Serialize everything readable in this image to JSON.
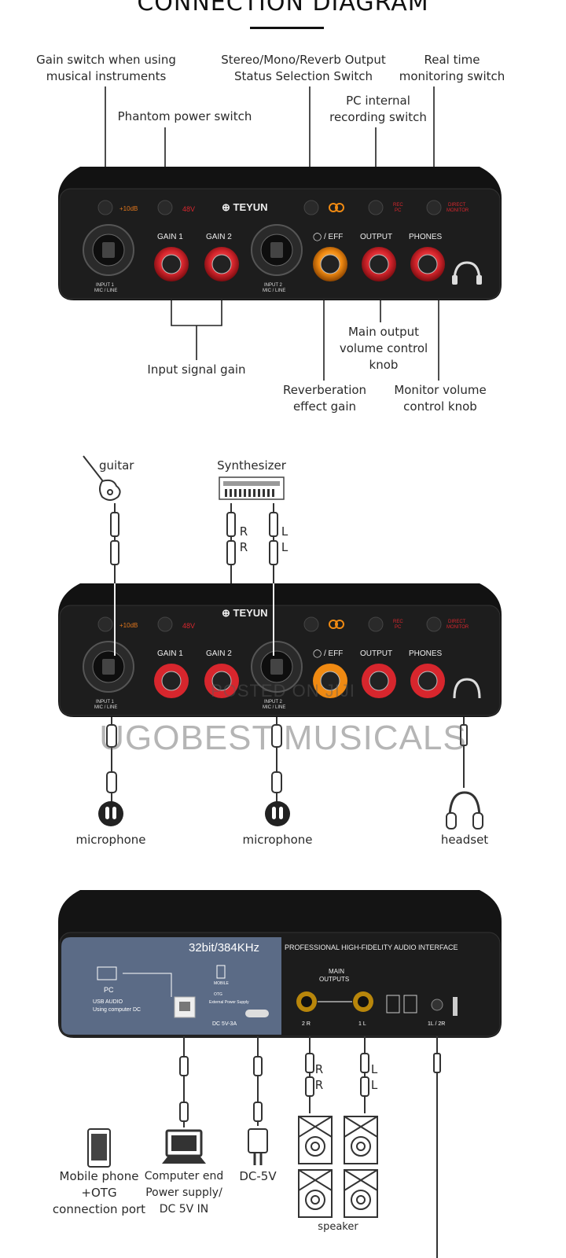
{
  "title": "CONNECTION DIAGRAM",
  "front_labels": {
    "gain_switch": "Gain switch when using\nmusical instruments",
    "phantom": "Phantom power switch",
    "stereo_mono": "Stereo/Mono/Reverb Output\nStatus Selection Switch",
    "realtime": "Real time\nmonitoring switch",
    "pc_internal": "PC internal\nrecording switch",
    "input_gain": "Input signal gain",
    "main_output": "Main output\nvolume control\nknob",
    "reverb": "Reverberation\neffect gain",
    "monitor": "Monitor volume\ncontrol knob"
  },
  "panel": {
    "brand": "TEYUN",
    "gain1": "GAIN 1",
    "gain2": "GAIN 2",
    "eff": "◯ / EFF",
    "output": "OUTPUT",
    "phones": "PHONES",
    "v48": "48V",
    "db10": "+10dB",
    "rec_pc": "REC\nPC",
    "direct_monitor": "DIRECT\nMONITOR",
    "input1": "INPUT 1\nMIC / LINE",
    "input2": "INPUT 2\nMIC / LINE"
  },
  "connect_labels": {
    "guitar": "guitar",
    "synth": "Synthesizer",
    "mic1": "microphone",
    "mic2": "microphone",
    "headset": "headset",
    "r": "R",
    "l": "L"
  },
  "watermark": {
    "posted": "POSTED ON JIJI",
    "seller": "UGOBEST MUSICALS"
  },
  "rear": {
    "spec": "32bit/384KHz",
    "pro": "PROFESSIONAL HIGH-FIDELITY AUDIO INTERFACE",
    "main_outputs": "MAIN\nOUTPUTS",
    "pc": "PC",
    "usb_audio": "USB AUDIO\nUsing computer DC",
    "dc": "DC 5V-3A",
    "mobile_small": "MOBILE\n+\nOTG\nExternal Power Supply",
    "r2": "2 R",
    "l1": "1 L",
    "phones_out": "1L / 2R"
  },
  "rear_labels": {
    "mobile": "Mobile phone\n+OTG\nconnection port",
    "computer": "Computer end\nPower supply/\nDC 5V IN",
    "dc5v": "DC-5V",
    "speaker": "speaker",
    "r": "R",
    "l": "L"
  },
  "colors": {
    "knob_red": "#d7262d",
    "knob_orange": "#f08a12",
    "panel_black": "#1b1b1b",
    "rear_blue": "#5b6b86",
    "accent_orange": "#e0761d"
  }
}
